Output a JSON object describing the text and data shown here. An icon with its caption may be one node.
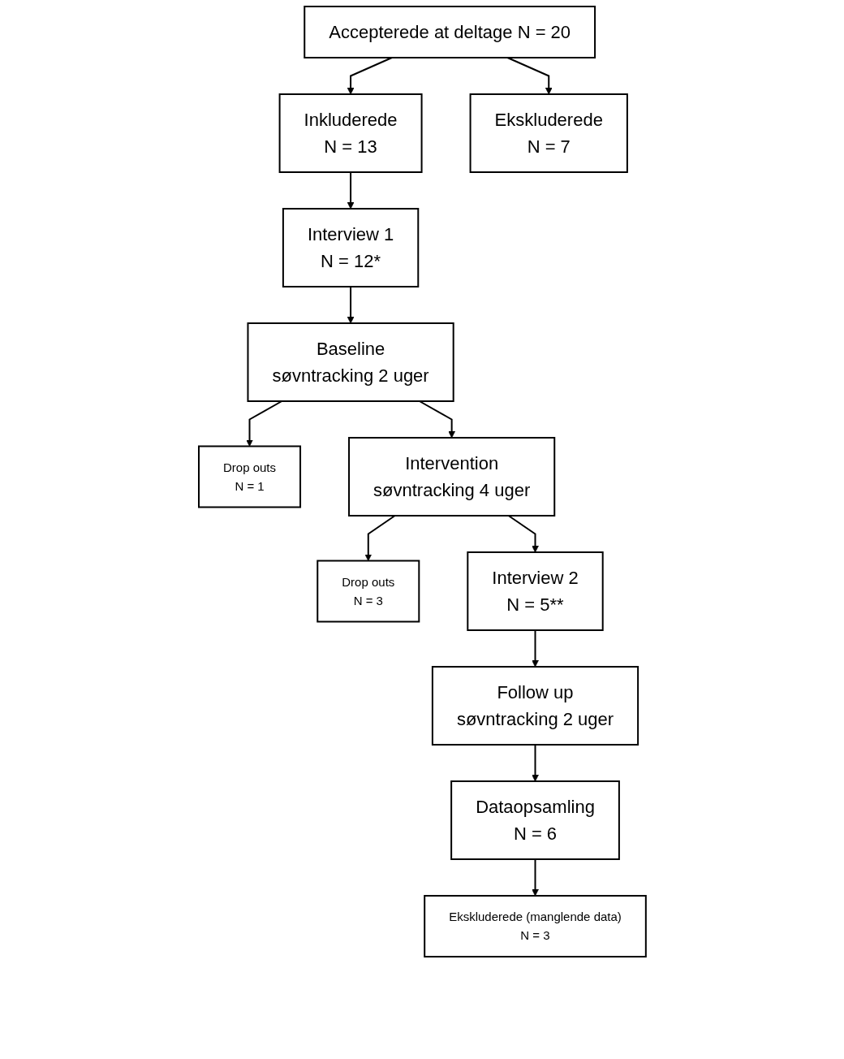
{
  "diagram": {
    "nodes": [
      {
        "text": [
          "Accepterede at deltage N = 20"
        ]
      },
      {
        "text": [
          "Inkluderede",
          "N = 13"
        ]
      },
      {
        "text": [
          "Ekskluderede",
          "N = 7"
        ]
      },
      {
        "text": [
          "Interview 1",
          "N = 12*"
        ]
      },
      {
        "text": [
          "Baseline",
          "søvntracking 2 uger"
        ]
      },
      {
        "text": [
          "Drop outs",
          "N = 1"
        ]
      },
      {
        "text": [
          "Intervention",
          "søvntracking 4 uger"
        ]
      },
      {
        "text": [
          "Drop outs",
          "N = 3"
        ]
      },
      {
        "text": [
          "Interview 2",
          "N = 5**"
        ]
      },
      {
        "text": [
          "Follow up",
          "søvntracking 2 uger"
        ]
      },
      {
        "text": [
          "Dataopsamling",
          "N = 6"
        ]
      },
      {
        "text": [
          "Ekskluderede (manglende data)",
          "N = 3"
        ]
      }
    ],
    "edges": [
      {
        "from": 0,
        "to": 1,
        "arrow": "to"
      },
      {
        "from": 0,
        "to": 2,
        "arrow": "to"
      },
      {
        "from": 1,
        "to": 3,
        "arrow": "to"
      },
      {
        "from": 3,
        "to": 4,
        "arrow": "to"
      },
      {
        "from": 4,
        "to": 5,
        "arrow": "to"
      },
      {
        "from": 4,
        "to": 6,
        "arrow": "to"
      },
      {
        "from": 6,
        "to": 7,
        "arrow": "to"
      },
      {
        "from": 6,
        "to": 8,
        "arrow": "to"
      },
      {
        "from": 8,
        "to": 9,
        "arrow": "to"
      },
      {
        "from": 9,
        "to": 10,
        "arrow": "to"
      },
      {
        "from": 10,
        "to": 11,
        "arrow": "to"
      }
    ]
  }
}
